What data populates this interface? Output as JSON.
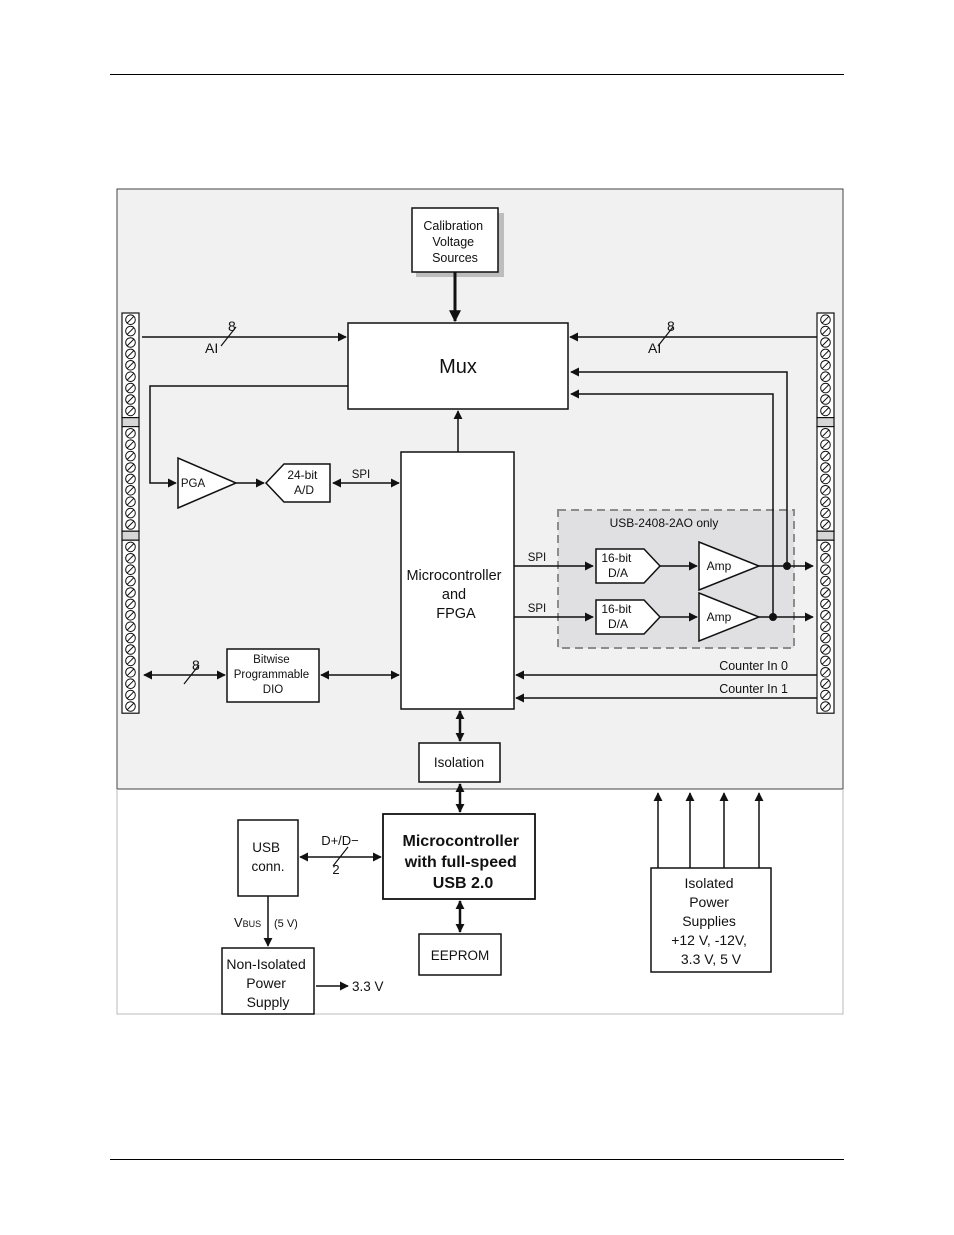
{
  "blocks": {
    "calibration": [
      "Calibration",
      "Voltage",
      "Sources"
    ],
    "mux": "Mux",
    "pga": "PGA",
    "adc": [
      "24-bit",
      "A/D"
    ],
    "mcu_fpga": [
      "Microcontroller",
      "and",
      "FPGA"
    ],
    "dac1": [
      "16-bit",
      "D/A"
    ],
    "dac2": [
      "16-bit",
      "D/A"
    ],
    "amp1": "Amp",
    "amp2": "Amp",
    "dio": [
      "Bitwise",
      "Programmable",
      "DIO"
    ],
    "isolation": "Isolation",
    "usb_mcu": [
      "Microcontroller",
      "with full-speed",
      "USB 2.0"
    ],
    "usb_conn": [
      "USB",
      "conn."
    ],
    "eeprom": "EEPROM",
    "nonisolated_ps": [
      "Non-Isolated",
      "Power",
      "Supply"
    ],
    "isolated_ps": [
      "Isolated",
      "Power",
      "Supplies",
      "+12 V, -12V,",
      "3.3 V, 5 V"
    ]
  },
  "labels": {
    "ai_left": "AI",
    "ai_left_count": "8",
    "ai_right": "AI",
    "ai_right_count": "8",
    "spi_adc": "SPI",
    "spi_dac1": "SPI",
    "spi_dac2": "SPI",
    "ao_option": "USB-2408-2AO only",
    "counter0": "Counter In 0",
    "counter1": "Counter In 1",
    "dio_count": "8",
    "usb_data": "D+/D−",
    "usb_data_count": "2",
    "vbus_v": "V",
    "vbus_sub": "BUS",
    "vbus_value": "(5 V)",
    "out_3v3": "3.3 V"
  },
  "colors": {
    "isolated_region": "#f2f1f1",
    "option_region": "#e0dfe1",
    "option_border": "#8c8c8c",
    "line": "#111111",
    "calibration_shadow": "#bdbdbd",
    "terminal_fill": "#d6d6d6"
  }
}
